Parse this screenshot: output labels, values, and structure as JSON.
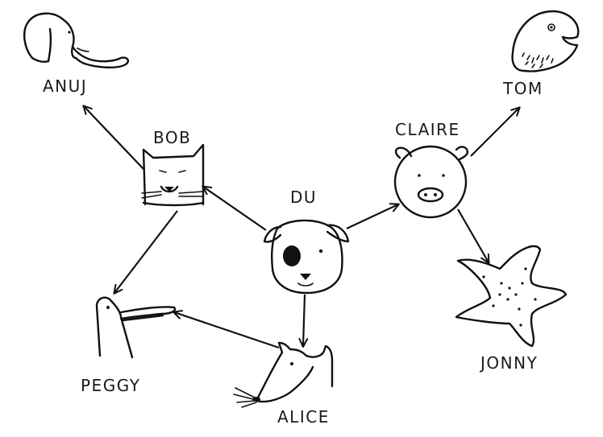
{
  "nodes": [
    {
      "id": "du",
      "label": "DU",
      "animal": "dog-icon"
    },
    {
      "id": "bob",
      "label": "BOB",
      "animal": "cat-icon"
    },
    {
      "id": "claire",
      "label": "CLAIRE",
      "animal": "pig-icon"
    },
    {
      "id": "anuj",
      "label": "ANUJ",
      "animal": "elephant-icon"
    },
    {
      "id": "tom",
      "label": "TOM",
      "animal": "fish-icon"
    },
    {
      "id": "jonny",
      "label": "JONNY",
      "animal": "starfish-icon"
    },
    {
      "id": "peggy",
      "label": "PEGGY",
      "animal": "bird-icon"
    },
    {
      "id": "alice",
      "label": "ALICE",
      "animal": "rat-icon"
    }
  ],
  "edges": [
    {
      "from": "du",
      "to": "bob"
    },
    {
      "from": "du",
      "to": "claire"
    },
    {
      "from": "du",
      "to": "alice"
    },
    {
      "from": "bob",
      "to": "anuj"
    },
    {
      "from": "bob",
      "to": "peggy"
    },
    {
      "from": "claire",
      "to": "tom"
    },
    {
      "from": "claire",
      "to": "jonny"
    },
    {
      "from": "alice",
      "to": "peggy"
    }
  ]
}
